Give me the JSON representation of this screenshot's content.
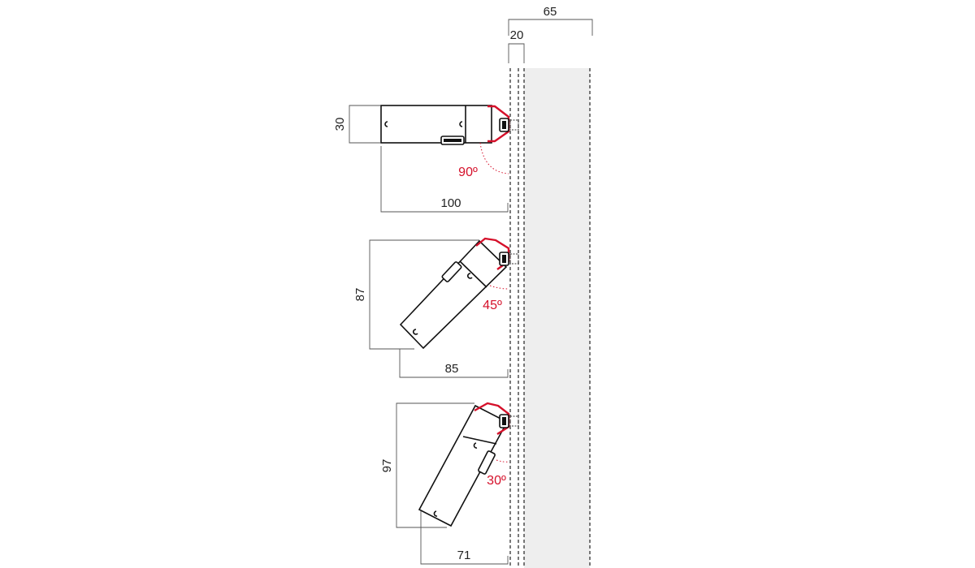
{
  "dimensions": {
    "track_width": "65",
    "track_depth": "20",
    "height_90": "30",
    "length_90": "100",
    "height_45": "87",
    "length_45": "85",
    "height_30": "97",
    "length_30": "71"
  },
  "angles": {
    "angle_90": "90º",
    "angle_45": "45º",
    "angle_30": "30º"
  },
  "colors": {
    "accent": "#d5102a",
    "track_fill": "#eeeeee",
    "line": "#111111"
  }
}
